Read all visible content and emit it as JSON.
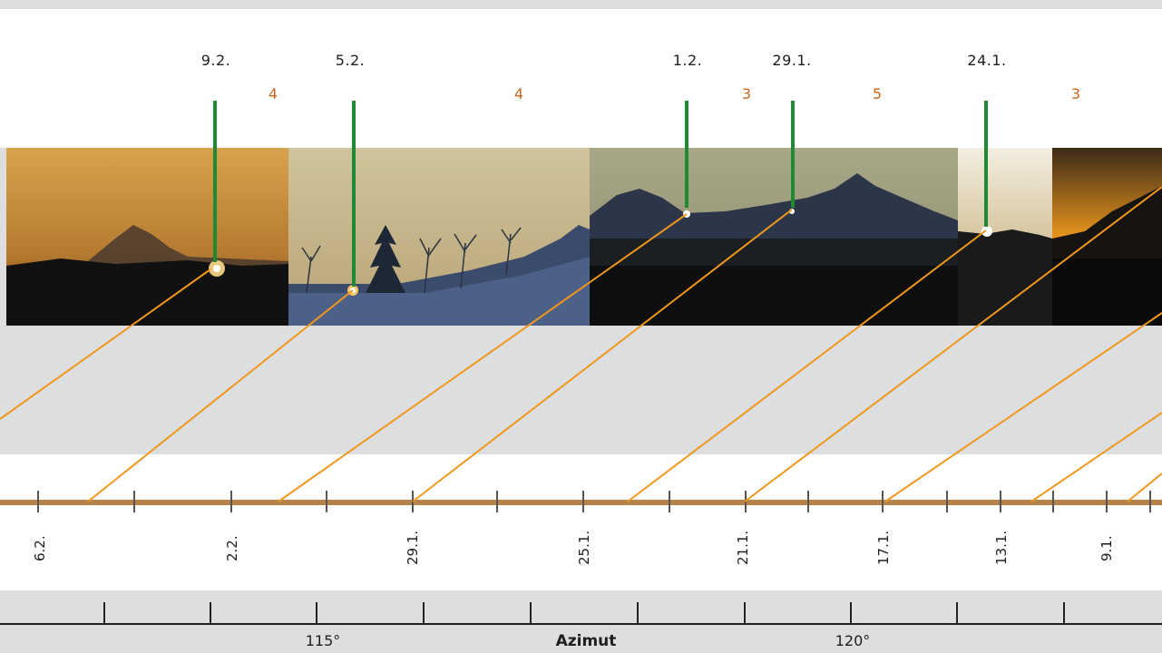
{
  "top_dates": [
    {
      "label": "9.2."
    },
    {
      "label": "5.2."
    },
    {
      "label": "1.2."
    },
    {
      "label": "29.1."
    },
    {
      "label": "24.1."
    }
  ],
  "counts": [
    "4",
    "4",
    "3",
    "5",
    "3"
  ],
  "timeline_dates": [
    "6.2.",
    "2.2.",
    "29.1.",
    "25.1.",
    "21.1.",
    "17.1.",
    "13.1.",
    "9.1."
  ],
  "azimuth": {
    "title": "Azimut",
    "labels": [
      "115°",
      "120°"
    ]
  },
  "colors": {
    "green_marker": "#1f8a33",
    "orange_line": "#f0971c",
    "count_text": "#c8641c",
    "timeline_bar": "#b5834a",
    "background": "#dcdedf"
  }
}
